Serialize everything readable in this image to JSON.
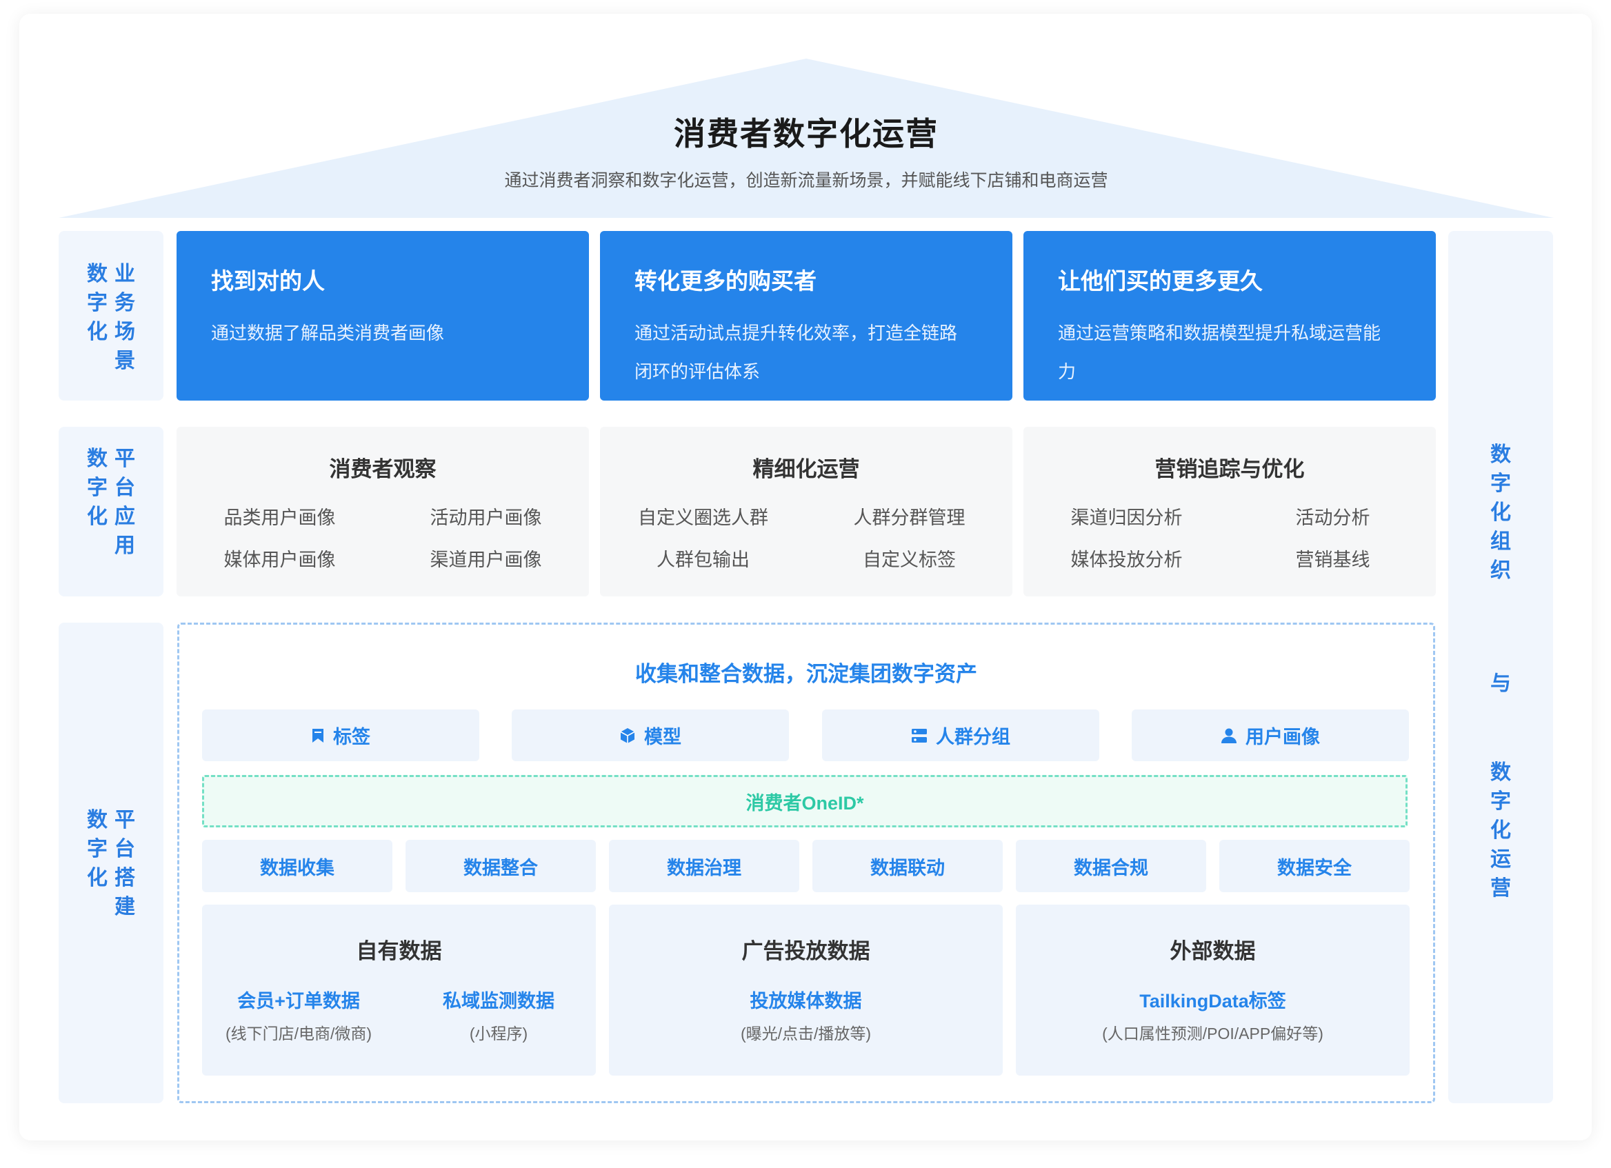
{
  "header": {
    "title": "消费者数字化运营",
    "subtitle": "通过消费者洞察和数字化运营，创造新流量新场景，并赋能线下店铺和电商运营"
  },
  "left_labels": {
    "business": [
      "业",
      "务",
      "场",
      "景"
    ],
    "business_col1": [
      "数",
      "字",
      "化"
    ],
    "apps": [
      "平",
      "台",
      "应",
      "用"
    ],
    "apps_col1": [
      "数",
      "字",
      "化"
    ],
    "build": [
      "平",
      "台",
      "搭",
      "建"
    ],
    "build_col1": [
      "数",
      "字",
      "化"
    ]
  },
  "right_label": {
    "top": [
      "数",
      "字",
      "化",
      "组",
      "织"
    ],
    "mid": "与",
    "bottom": [
      "数",
      "字",
      "化",
      "运",
      "营"
    ]
  },
  "scenarios": [
    {
      "title": "找到对的人",
      "desc_lines": [
        "通过数据了解品类消费者画像"
      ]
    },
    {
      "title": "转化更多的购买者",
      "desc_lines": [
        "通过活动试点提升转化效率，打造全链路",
        "闭环的评估体系"
      ]
    },
    {
      "title": "让他们买的更多更久",
      "desc_lines": [
        "通过运营策略和数据模型提升私域运营能",
        "力"
      ]
    }
  ],
  "applications": [
    {
      "title": "消费者观察",
      "items": [
        "品类用户画像",
        "活动用户画像",
        "媒体用户画像",
        "渠道用户画像"
      ]
    },
    {
      "title": "精细化运营",
      "items": [
        "自定义圈选人群",
        "人群分群管理",
        "人群包输出",
        "自定义标签"
      ]
    },
    {
      "title": "营销追踪与优化",
      "items": [
        "渠道归因分析",
        "活动分析",
        "媒体投放分析",
        "营销基线"
      ]
    }
  ],
  "platform": {
    "title": "收集和整合数据，沉淀集团数字资产",
    "assets": [
      {
        "label": "标签",
        "icon": "bookmark-icon"
      },
      {
        "label": "模型",
        "icon": "cube-icon"
      },
      {
        "label": "人群分组",
        "icon": "group-icon"
      },
      {
        "label": "用户画像",
        "icon": "user-icon"
      }
    ],
    "oneid": "消费者OneID*",
    "capabilities": [
      "数据收集",
      "数据整合",
      "数据治理",
      "数据联动",
      "数据合规",
      "数据安全"
    ],
    "sources": [
      {
        "title": "自有数据",
        "entries": [
          {
            "name": "会员+订单数据",
            "sub": "(线下门店/电商/微商)"
          },
          {
            "name": "私域监测数据",
            "sub": "(小程序)"
          }
        ]
      },
      {
        "title": "广告投放数据",
        "entries": [
          {
            "name": "投放媒体数据",
            "sub": "(曝光/点击/播放等)"
          }
        ]
      },
      {
        "title": "外部数据",
        "entries": [
          {
            "name": "TailkingData标签",
            "sub": "(人口属性预测/POI/APP偏好等)"
          }
        ]
      }
    ]
  },
  "colors": {
    "accent": "#2584ea",
    "roof": "#e7f1fc",
    "oneid": "#2dc9a5"
  }
}
